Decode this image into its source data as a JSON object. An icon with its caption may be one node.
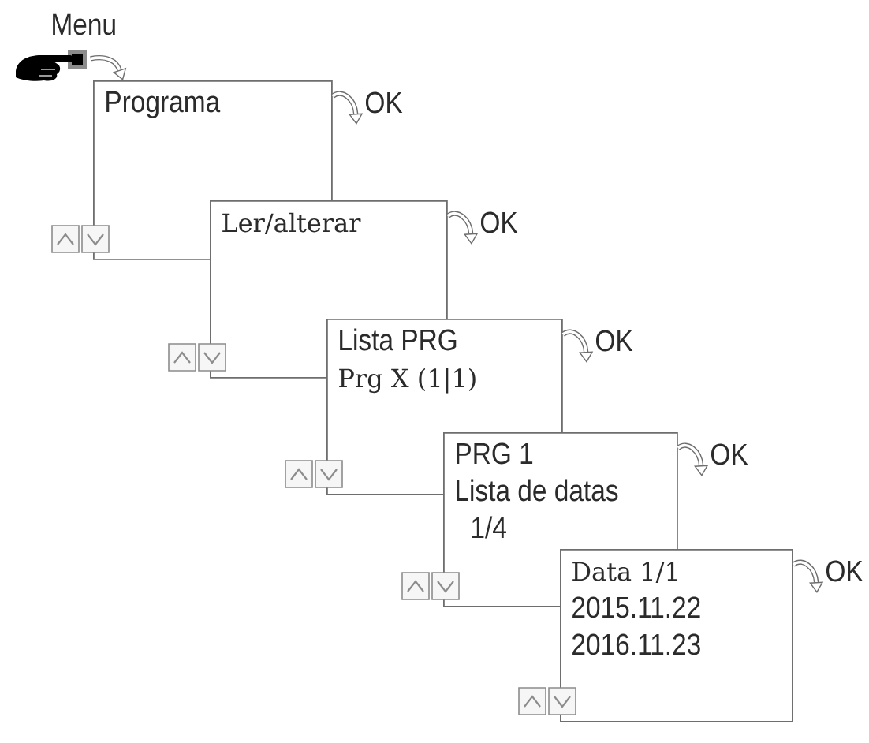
{
  "diagram": {
    "nodes": [
      {
        "text": [],
        "shape": "picture",
        "beside": [
          "Menu"
        ]
      },
      {
        "text": [
          "Programa"
        ]
      },
      {
        "text": [
          "Ler/alterar"
        ]
      },
      {
        "text": [
          "Lista PRG",
          "Prg X (1|1)"
        ]
      },
      {
        "text": [
          "PRG 1",
          "Lista de datas",
          "1/4"
        ]
      },
      {
        "text": [
          "Data 1/1",
          "2015.11.22",
          "2016.11.23"
        ]
      }
    ],
    "edges": [
      {
        "from": 0,
        "to": 1,
        "arrow": "to"
      },
      {
        "from": 1,
        "to": null,
        "arrow": "to",
        "label": "OK"
      },
      {
        "from": 2,
        "to": null,
        "arrow": "to",
        "label": "OK"
      },
      {
        "from": 3,
        "to": null,
        "arrow": "to",
        "label": "OK"
      },
      {
        "from": 4,
        "to": null,
        "arrow": "to",
        "label": "OK"
      },
      {
        "from": 5,
        "to": null,
        "arrow": "to",
        "label": "OK"
      }
    ]
  }
}
